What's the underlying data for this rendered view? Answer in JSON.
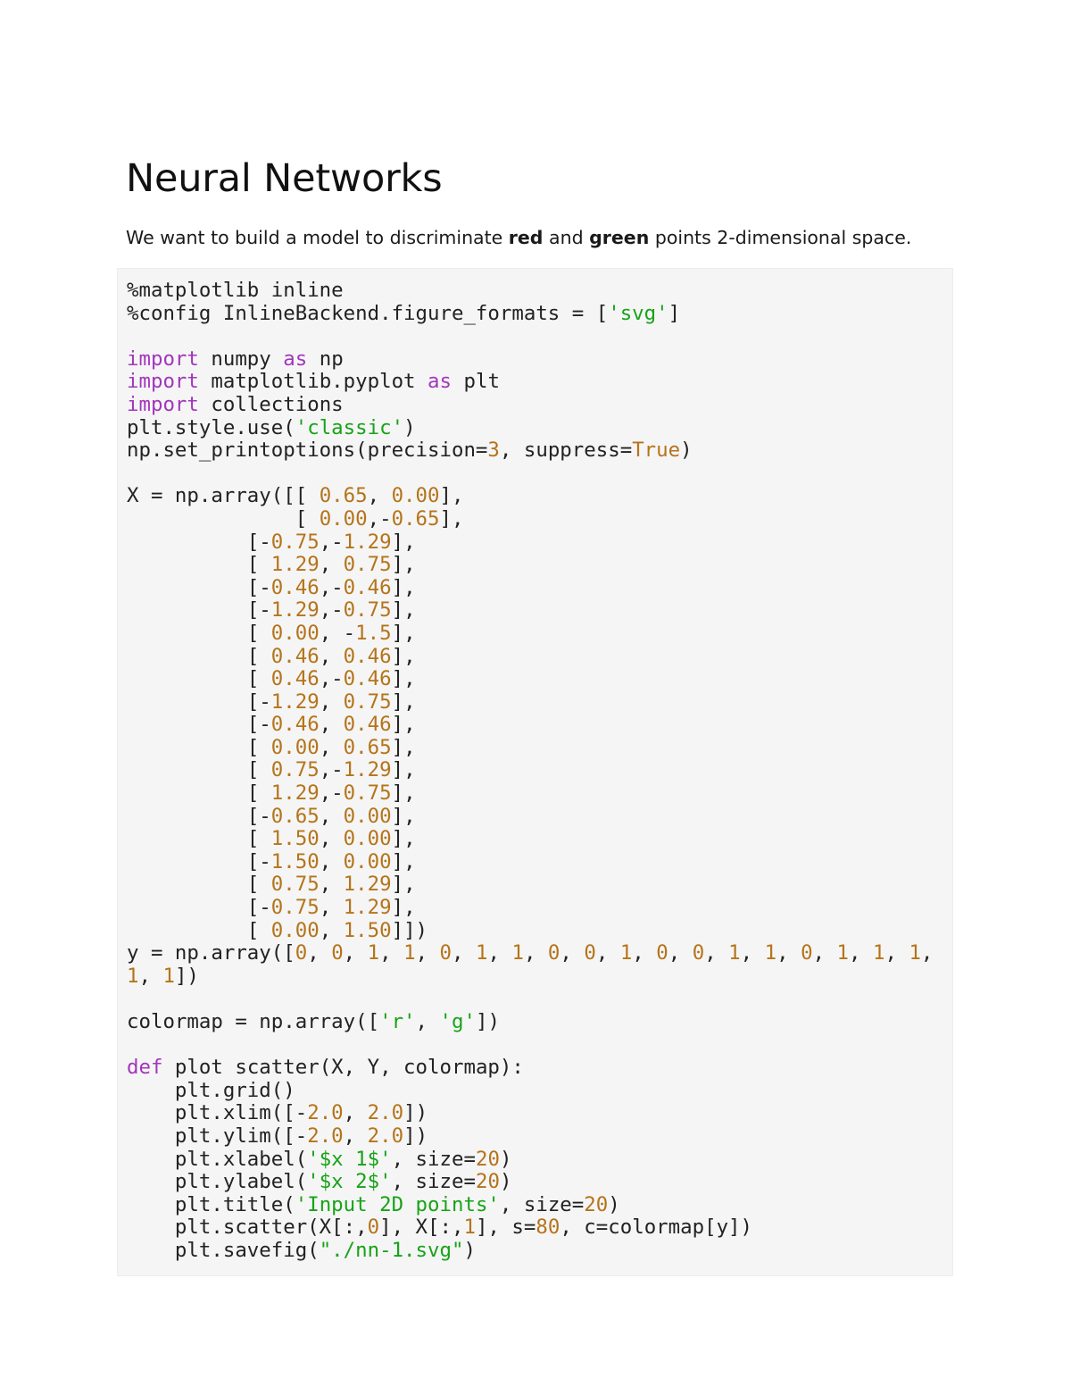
{
  "document": {
    "title": "Neural Networks",
    "subtitle": {
      "before": "We want to build a model to discriminate ",
      "bold_red": "red",
      "middle": " and ",
      "bold_green": "green",
      "after": " points 2-dimensional space."
    }
  },
  "code_block": {
    "language": "python",
    "background": "#f5f5f5",
    "syntax_colors": {
      "keyword": "#a335bd",
      "string": "#17a317",
      "number": "#b5741a",
      "plain": "#222222"
    },
    "lines": [
      [
        {
          "t": "%matplotlib inline",
          "c": "p"
        }
      ],
      [
        {
          "t": "%config InlineBackend.figure_formats = [",
          "c": "p"
        },
        {
          "t": "'svg'",
          "c": "s"
        },
        {
          "t": "]",
          "c": "p"
        }
      ],
      [],
      [
        {
          "t": "import",
          "c": "k"
        },
        {
          "t": " numpy ",
          "c": "p"
        },
        {
          "t": "as",
          "c": "k"
        },
        {
          "t": " np",
          "c": "p"
        }
      ],
      [
        {
          "t": "import",
          "c": "k"
        },
        {
          "t": " matplotlib.pyplot ",
          "c": "p"
        },
        {
          "t": "as",
          "c": "k"
        },
        {
          "t": " plt",
          "c": "p"
        }
      ],
      [
        {
          "t": "import",
          "c": "k"
        },
        {
          "t": " collections",
          "c": "p"
        }
      ],
      [
        {
          "t": "plt.style.use(",
          "c": "p"
        },
        {
          "t": "'classic'",
          "c": "s"
        },
        {
          "t": ")",
          "c": "p"
        }
      ],
      [
        {
          "t": "np.set_printoptions(precision=",
          "c": "p"
        },
        {
          "t": "3",
          "c": "n"
        },
        {
          "t": ", suppress=",
          "c": "p"
        },
        {
          "t": "True",
          "c": "n"
        },
        {
          "t": ")",
          "c": "p"
        }
      ],
      [],
      [
        {
          "t": "X = np.array([[ ",
          "c": "p"
        },
        {
          "t": "0.65",
          "c": "n"
        },
        {
          "t": ", ",
          "c": "p"
        },
        {
          "t": "0.00",
          "c": "n"
        },
        {
          "t": "],",
          "c": "p"
        }
      ],
      [
        {
          "t": "              [ ",
          "c": "p"
        },
        {
          "t": "0.00",
          "c": "n"
        },
        {
          "t": ",-",
          "c": "p"
        },
        {
          "t": "0.65",
          "c": "n"
        },
        {
          "t": "],",
          "c": "p"
        }
      ],
      [
        {
          "t": "          [-",
          "c": "p"
        },
        {
          "t": "0.75",
          "c": "n"
        },
        {
          "t": ",-",
          "c": "p"
        },
        {
          "t": "1.29",
          "c": "n"
        },
        {
          "t": "],",
          "c": "p"
        }
      ],
      [
        {
          "t": "          [ ",
          "c": "p"
        },
        {
          "t": "1.29",
          "c": "n"
        },
        {
          "t": ", ",
          "c": "p"
        },
        {
          "t": "0.75",
          "c": "n"
        },
        {
          "t": "],",
          "c": "p"
        }
      ],
      [
        {
          "t": "          [-",
          "c": "p"
        },
        {
          "t": "0.46",
          "c": "n"
        },
        {
          "t": ",-",
          "c": "p"
        },
        {
          "t": "0.46",
          "c": "n"
        },
        {
          "t": "],",
          "c": "p"
        }
      ],
      [
        {
          "t": "          [-",
          "c": "p"
        },
        {
          "t": "1.29",
          "c": "n"
        },
        {
          "t": ",-",
          "c": "p"
        },
        {
          "t": "0.75",
          "c": "n"
        },
        {
          "t": "],",
          "c": "p"
        }
      ],
      [
        {
          "t": "          [ ",
          "c": "p"
        },
        {
          "t": "0.00",
          "c": "n"
        },
        {
          "t": ", -",
          "c": "p"
        },
        {
          "t": "1.5",
          "c": "n"
        },
        {
          "t": "],",
          "c": "p"
        }
      ],
      [
        {
          "t": "          [ ",
          "c": "p"
        },
        {
          "t": "0.46",
          "c": "n"
        },
        {
          "t": ", ",
          "c": "p"
        },
        {
          "t": "0.46",
          "c": "n"
        },
        {
          "t": "],",
          "c": "p"
        }
      ],
      [
        {
          "t": "          [ ",
          "c": "p"
        },
        {
          "t": "0.46",
          "c": "n"
        },
        {
          "t": ",-",
          "c": "p"
        },
        {
          "t": "0.46",
          "c": "n"
        },
        {
          "t": "],",
          "c": "p"
        }
      ],
      [
        {
          "t": "          [-",
          "c": "p"
        },
        {
          "t": "1.29",
          "c": "n"
        },
        {
          "t": ", ",
          "c": "p"
        },
        {
          "t": "0.75",
          "c": "n"
        },
        {
          "t": "],",
          "c": "p"
        }
      ],
      [
        {
          "t": "          [-",
          "c": "p"
        },
        {
          "t": "0.46",
          "c": "n"
        },
        {
          "t": ", ",
          "c": "p"
        },
        {
          "t": "0.46",
          "c": "n"
        },
        {
          "t": "],",
          "c": "p"
        }
      ],
      [
        {
          "t": "          [ ",
          "c": "p"
        },
        {
          "t": "0.00",
          "c": "n"
        },
        {
          "t": ", ",
          "c": "p"
        },
        {
          "t": "0.65",
          "c": "n"
        },
        {
          "t": "],",
          "c": "p"
        }
      ],
      [
        {
          "t": "          [ ",
          "c": "p"
        },
        {
          "t": "0.75",
          "c": "n"
        },
        {
          "t": ",-",
          "c": "p"
        },
        {
          "t": "1.29",
          "c": "n"
        },
        {
          "t": "],",
          "c": "p"
        }
      ],
      [
        {
          "t": "          [ ",
          "c": "p"
        },
        {
          "t": "1.29",
          "c": "n"
        },
        {
          "t": ",-",
          "c": "p"
        },
        {
          "t": "0.75",
          "c": "n"
        },
        {
          "t": "],",
          "c": "p"
        }
      ],
      [
        {
          "t": "          [-",
          "c": "p"
        },
        {
          "t": "0.65",
          "c": "n"
        },
        {
          "t": ", ",
          "c": "p"
        },
        {
          "t": "0.00",
          "c": "n"
        },
        {
          "t": "],",
          "c": "p"
        }
      ],
      [
        {
          "t": "          [ ",
          "c": "p"
        },
        {
          "t": "1.50",
          "c": "n"
        },
        {
          "t": ", ",
          "c": "p"
        },
        {
          "t": "0.00",
          "c": "n"
        },
        {
          "t": "],",
          "c": "p"
        }
      ],
      [
        {
          "t": "          [-",
          "c": "p"
        },
        {
          "t": "1.50",
          "c": "n"
        },
        {
          "t": ", ",
          "c": "p"
        },
        {
          "t": "0.00",
          "c": "n"
        },
        {
          "t": "],",
          "c": "p"
        }
      ],
      [
        {
          "t": "          [ ",
          "c": "p"
        },
        {
          "t": "0.75",
          "c": "n"
        },
        {
          "t": ", ",
          "c": "p"
        },
        {
          "t": "1.29",
          "c": "n"
        },
        {
          "t": "],",
          "c": "p"
        }
      ],
      [
        {
          "t": "          [-",
          "c": "p"
        },
        {
          "t": "0.75",
          "c": "n"
        },
        {
          "t": ", ",
          "c": "p"
        },
        {
          "t": "1.29",
          "c": "n"
        },
        {
          "t": "],",
          "c": "p"
        }
      ],
      [
        {
          "t": "          [ ",
          "c": "p"
        },
        {
          "t": "0.00",
          "c": "n"
        },
        {
          "t": ", ",
          "c": "p"
        },
        {
          "t": "1.50",
          "c": "n"
        },
        {
          "t": "]])",
          "c": "p"
        }
      ],
      [
        {
          "t": "y = np.array([",
          "c": "p"
        },
        {
          "t": "0",
          "c": "n"
        },
        {
          "t": ", ",
          "c": "p"
        },
        {
          "t": "0",
          "c": "n"
        },
        {
          "t": ", ",
          "c": "p"
        },
        {
          "t": "1",
          "c": "n"
        },
        {
          "t": ", ",
          "c": "p"
        },
        {
          "t": "1",
          "c": "n"
        },
        {
          "t": ", ",
          "c": "p"
        },
        {
          "t": "0",
          "c": "n"
        },
        {
          "t": ", ",
          "c": "p"
        },
        {
          "t": "1",
          "c": "n"
        },
        {
          "t": ", ",
          "c": "p"
        },
        {
          "t": "1",
          "c": "n"
        },
        {
          "t": ", ",
          "c": "p"
        },
        {
          "t": "0",
          "c": "n"
        },
        {
          "t": ", ",
          "c": "p"
        },
        {
          "t": "0",
          "c": "n"
        },
        {
          "t": ", ",
          "c": "p"
        },
        {
          "t": "1",
          "c": "n"
        },
        {
          "t": ", ",
          "c": "p"
        },
        {
          "t": "0",
          "c": "n"
        },
        {
          "t": ", ",
          "c": "p"
        },
        {
          "t": "0",
          "c": "n"
        },
        {
          "t": ", ",
          "c": "p"
        },
        {
          "t": "1",
          "c": "n"
        },
        {
          "t": ", ",
          "c": "p"
        },
        {
          "t": "1",
          "c": "n"
        },
        {
          "t": ", ",
          "c": "p"
        },
        {
          "t": "0",
          "c": "n"
        },
        {
          "t": ", ",
          "c": "p"
        },
        {
          "t": "1",
          "c": "n"
        },
        {
          "t": ", ",
          "c": "p"
        },
        {
          "t": "1",
          "c": "n"
        },
        {
          "t": ", ",
          "c": "p"
        },
        {
          "t": "1",
          "c": "n"
        },
        {
          "t": ", ",
          "c": "p"
        },
        {
          "t": "1",
          "c": "n"
        },
        {
          "t": ", ",
          "c": "p"
        },
        {
          "t": "1",
          "c": "n"
        },
        {
          "t": "])",
          "c": "p"
        }
      ],
      [],
      [
        {
          "t": "colormap = np.array([",
          "c": "p"
        },
        {
          "t": "'r'",
          "c": "s"
        },
        {
          "t": ", ",
          "c": "p"
        },
        {
          "t": "'g'",
          "c": "s"
        },
        {
          "t": "])",
          "c": "p"
        }
      ],
      [],
      [
        {
          "t": "def",
          "c": "k"
        },
        {
          "t": " plot scatter(X, Y, colormap):",
          "c": "p"
        }
      ],
      [
        {
          "t": "    plt.grid()",
          "c": "p"
        }
      ],
      [
        {
          "t": "    plt.xlim([-",
          "c": "p"
        },
        {
          "t": "2.0",
          "c": "n"
        },
        {
          "t": ", ",
          "c": "p"
        },
        {
          "t": "2.0",
          "c": "n"
        },
        {
          "t": "])",
          "c": "p"
        }
      ],
      [
        {
          "t": "    plt.ylim([-",
          "c": "p"
        },
        {
          "t": "2.0",
          "c": "n"
        },
        {
          "t": ", ",
          "c": "p"
        },
        {
          "t": "2.0",
          "c": "n"
        },
        {
          "t": "])",
          "c": "p"
        }
      ],
      [
        {
          "t": "    plt.xlabel(",
          "c": "p"
        },
        {
          "t": "'$x 1$'",
          "c": "s"
        },
        {
          "t": ", size=",
          "c": "p"
        },
        {
          "t": "20",
          "c": "n"
        },
        {
          "t": ")",
          "c": "p"
        }
      ],
      [
        {
          "t": "    plt.ylabel(",
          "c": "p"
        },
        {
          "t": "'$x 2$'",
          "c": "s"
        },
        {
          "t": ", size=",
          "c": "p"
        },
        {
          "t": "20",
          "c": "n"
        },
        {
          "t": ")",
          "c": "p"
        }
      ],
      [
        {
          "t": "    plt.title(",
          "c": "p"
        },
        {
          "t": "'Input 2D points'",
          "c": "s"
        },
        {
          "t": ", size=",
          "c": "p"
        },
        {
          "t": "20",
          "c": "n"
        },
        {
          "t": ")",
          "c": "p"
        }
      ],
      [
        {
          "t": "    plt.scatter(X[:,",
          "c": "p"
        },
        {
          "t": "0",
          "c": "n"
        },
        {
          "t": "], X[:,",
          "c": "p"
        },
        {
          "t": "1",
          "c": "n"
        },
        {
          "t": "], s=",
          "c": "p"
        },
        {
          "t": "80",
          "c": "n"
        },
        {
          "t": ", c=colormap[y])",
          "c": "p"
        }
      ],
      [
        {
          "t": "    plt.savefig(",
          "c": "p"
        },
        {
          "t": "\"./nn-1.svg\"",
          "c": "s"
        },
        {
          "t": ")",
          "c": "p"
        }
      ]
    ]
  }
}
